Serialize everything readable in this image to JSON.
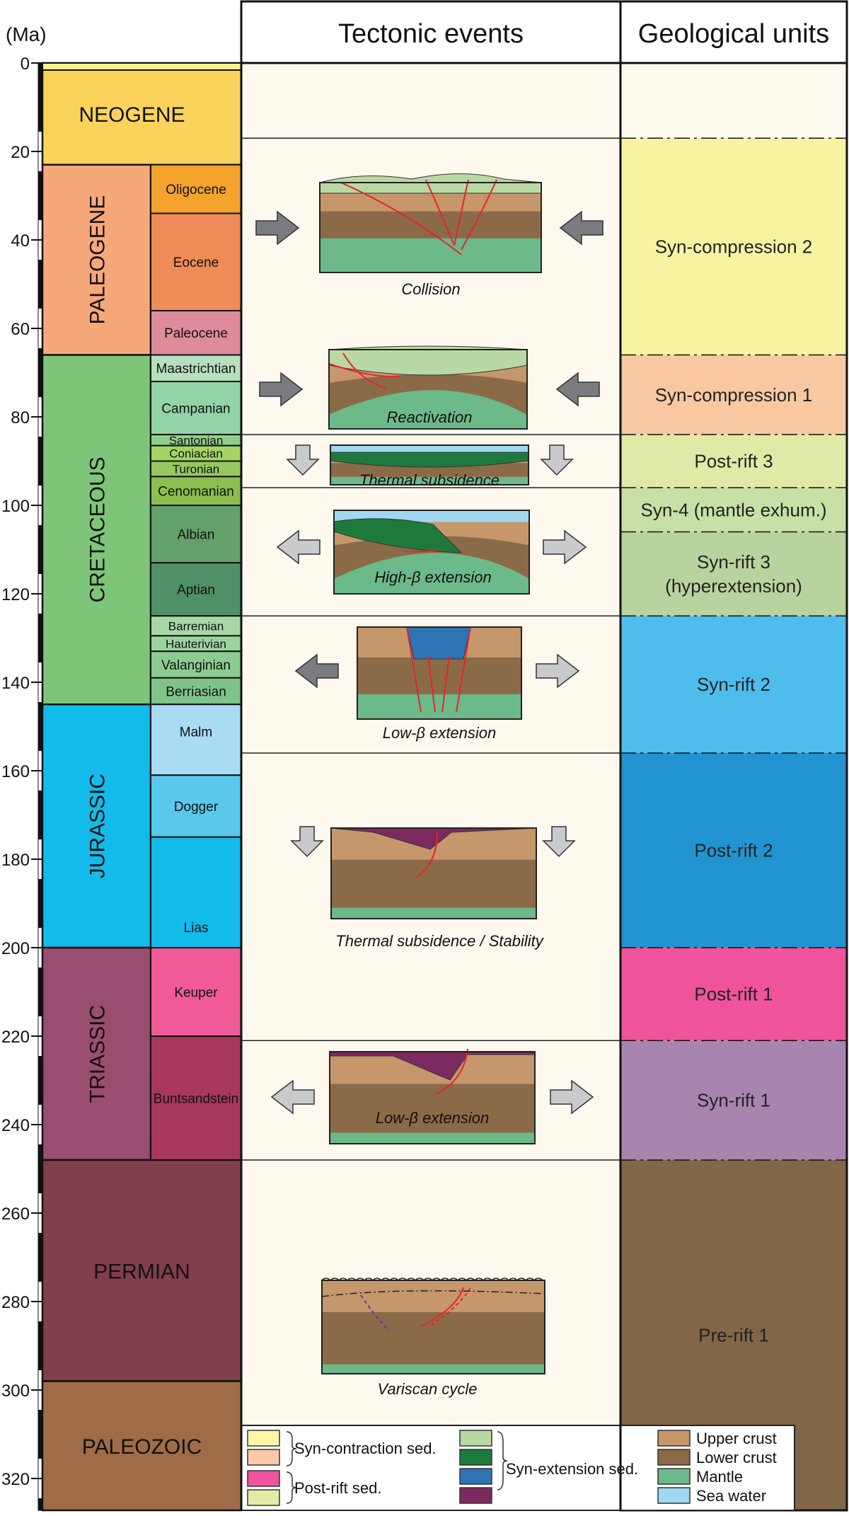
{
  "axis": {
    "unit_label": "(Ma)",
    "ticks": [
      0,
      20,
      40,
      60,
      80,
      100,
      120,
      140,
      160,
      180,
      200,
      220,
      240,
      260,
      280,
      300,
      320
    ]
  },
  "headers": {
    "tectonic": "Tectonic events",
    "units": "Geological units"
  },
  "periods": [
    {
      "name": "NEOGENE",
      "start": 0,
      "end": 23,
      "color": "#fbd35b",
      "vertical": false
    },
    {
      "name": "PALEOGENE",
      "start": 23,
      "end": 66,
      "color": "#f7a878",
      "vertical": true
    },
    {
      "name": "CRETACEOUS",
      "start": 66,
      "end": 145,
      "color": "#7dc679",
      "vertical": true
    },
    {
      "name": "JURASSIC",
      "start": 145,
      "end": 200,
      "color": "#13bbeb",
      "vertical": true
    },
    {
      "name": "TRIASSIC",
      "start": 200,
      "end": 248,
      "color": "#9a4e6f",
      "vertical": true
    },
    {
      "name": "PERMIAN",
      "start": 248,
      "end": 298,
      "color": "#813f4c",
      "vertical": false
    },
    {
      "name": "PALEOZOIC",
      "start": 298,
      "end": 330,
      "color": "#9f6c47",
      "vertical": false
    }
  ],
  "epochs": [
    {
      "name": "Oligocene",
      "start": 23,
      "end": 34,
      "color": "#f4a32c"
    },
    {
      "name": "Eocene",
      "start": 34,
      "end": 56,
      "color": "#ef8c57"
    },
    {
      "name": "Paleocene",
      "start": 56,
      "end": 66,
      "color": "#df8b9c"
    },
    {
      "name": "Maastrichtian",
      "start": 66,
      "end": 72,
      "color": "#b7e0be"
    },
    {
      "name": "Campanian",
      "start": 72,
      "end": 84,
      "color": "#91d4a6"
    },
    {
      "name": "Santonian",
      "start": 84,
      "end": 86.5,
      "color": "#8fcf8c"
    },
    {
      "name": "Coniacian",
      "start": 86.5,
      "end": 90,
      "color": "#a3d465"
    },
    {
      "name": "Turonian",
      "start": 90,
      "end": 93.5,
      "color": "#96c85f"
    },
    {
      "name": "Cenomanian",
      "start": 93.5,
      "end": 100,
      "color": "#8cbf4f"
    },
    {
      "name": "Albian",
      "start": 100,
      "end": 113,
      "color": "#63a06b"
    },
    {
      "name": "Aptian",
      "start": 113,
      "end": 125,
      "color": "#4f9069"
    },
    {
      "name": "Barremian",
      "start": 125,
      "end": 129.5,
      "color": "#a8d7a8"
    },
    {
      "name": "Hauterivian",
      "start": 129.5,
      "end": 133,
      "color": "#9cd4a1"
    },
    {
      "name": "Valanginian",
      "start": 133,
      "end": 139,
      "color": "#8ccc93"
    },
    {
      "name": "Berriasian",
      "start": 139,
      "end": 145,
      "color": "#7fc58a"
    },
    {
      "name": "Malm",
      "start": 145,
      "end": 161,
      "color": "#a8dcf5"
    },
    {
      "name": "Dogger",
      "start": 161,
      "end": 175,
      "color": "#59c8ea"
    },
    {
      "name": "Lias",
      "start": 175,
      "end": 200,
      "color": "#13bbeb"
    },
    {
      "name": "Keuper",
      "start": 200,
      "end": 220,
      "color": "#ef5a97"
    },
    {
      "name": "Buntsandstein",
      "start": 220,
      "end": 248,
      "color": "#a8375c"
    }
  ],
  "units": [
    {
      "name": "Syn-compression 2",
      "start": 17,
      "end": 66,
      "color": "#f8f3a1"
    },
    {
      "name": "Syn-compression 1",
      "start": 66,
      "end": 84,
      "color": "#f9c8a0"
    },
    {
      "name": "Post-rift 3",
      "start": 84,
      "end": 96,
      "color": "#e0eaa6"
    },
    {
      "name": "Syn-4 (mantle exhum.)",
      "start": 96,
      "end": 106,
      "color": "#c8e0a6"
    },
    {
      "name": "Syn-rift 3\n(hyperextension)",
      "start": 106,
      "end": 125,
      "color": "#b9d39e"
    },
    {
      "name": "Syn-rift 2",
      "start": 125,
      "end": 156,
      "color": "#4ebded"
    },
    {
      "name": "Post-rift 2",
      "start": 156,
      "end": 200,
      "color": "#2194d1"
    },
    {
      "name": "Post-rift 1",
      "start": 200,
      "end": 221,
      "color": "#ef539b"
    },
    {
      "name": "Syn-rift 1",
      "start": 221,
      "end": 248,
      "color": "#a885af"
    },
    {
      "name": "Pre-rift 1",
      "start": 248,
      "end": 330,
      "color": "#826648"
    }
  ],
  "events": [
    {
      "label": "Collision",
      "italic_label_y": 35
    },
    {
      "label": "Reactivation"
    },
    {
      "label": "Thermal subsidence"
    },
    {
      "label": "High-β extension"
    },
    {
      "label": "Low-β extension"
    },
    {
      "label": "Thermal subsidence / Stability"
    },
    {
      "label": "Low-β extension"
    },
    {
      "label": "Variscan cycle"
    }
  ],
  "legend": {
    "contraction": "Syn-contraction sed.",
    "postrift": "Post-rift sed.",
    "extension": "Syn-extension sed.",
    "upper": "Upper crust",
    "lower": "Lower crust",
    "mantle": "Mantle",
    "sea": "Sea water"
  },
  "colors": {
    "panel_bg": "#fdf9ee",
    "upper_crust": "#c6976a",
    "lower_crust": "#8b6a48",
    "mantle": "#6cb98a",
    "sea": "#9fd8f0",
    "fault": "#e8232b",
    "arrow_dark": "#7b7c7f",
    "arrow_light": "#c9cacc"
  }
}
